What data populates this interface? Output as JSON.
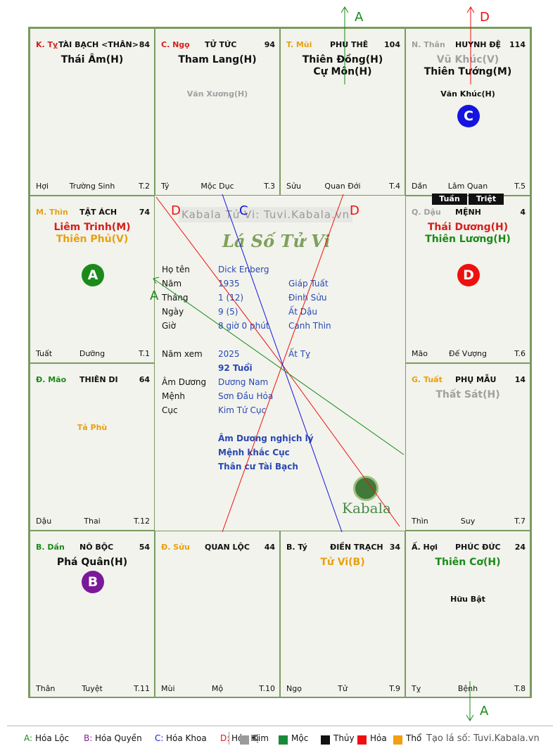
{
  "houses": [
    {
      "chi": "K. Tỵ",
      "chi_color": "#d42020",
      "name": "TÀI BẠCH <THÂN>",
      "num": "84",
      "stars": [
        {
          "t": "Thái Âm(H)",
          "c": "#111111"
        }
      ],
      "minors": [],
      "bottom": [
        "Hợi",
        "Trường Sinh",
        "T.2"
      ]
    },
    {
      "chi": "C. Ngọ",
      "chi_color": "#d42020",
      "name": "TỬ TỨC",
      "num": "94",
      "stars": [
        {
          "t": "Tham Lang(H)",
          "c": "#111111"
        }
      ],
      "minors": [
        {
          "t": "Văn Xương(H)",
          "c": "#a0a0a0"
        }
      ],
      "bottom": [
        "Tý",
        "Mộc Dục",
        "T.3"
      ]
    },
    {
      "chi": "T. Mùi",
      "chi_color": "#e8a010",
      "name": "PHU THÊ",
      "num": "104",
      "stars": [
        {
          "t": "Thiên Đồng(H)",
          "c": "#111111"
        },
        {
          "t": "Cự Môn(H)",
          "c": "#111111"
        }
      ],
      "minors": [],
      "bottom": [
        "Sửu",
        "Quan Đới",
        "T.4"
      ]
    },
    {
      "chi": "N. Thân",
      "chi_color": "#a0a0a0",
      "name": "HUYNH ĐỆ",
      "num": "114",
      "stars": [
        {
          "t": "Vũ Khúc(V)",
          "c": "#a0a0a0"
        },
        {
          "t": "Thiên Tướng(M)",
          "c": "#111111"
        }
      ],
      "minors": [
        {
          "t": "Văn Khúc(H)",
          "c": "#111111"
        }
      ],
      "bottom": [
        "Dần",
        "Lâm Quan",
        "T.5"
      ]
    },
    {
      "chi": "M. Thìn",
      "chi_color": "#e8a010",
      "name": "TẬT ÁCH",
      "num": "74",
      "stars": [
        {
          "t": "Liêm Trinh(M)",
          "c": "#d42020"
        },
        {
          "t": "Thiên Phủ(V)",
          "c": "#e8a010"
        }
      ],
      "minors": [],
      "bottom": [
        "Tuất",
        "Dưỡng",
        "T.1"
      ]
    },
    {
      "chi": "Q. Dậu",
      "chi_color": "#a0a0a0",
      "name": "MỆNH",
      "num": "4",
      "stars": [
        {
          "t": "Thái Dương(H)",
          "c": "#d42020"
        },
        {
          "t": "Thiên Lương(H)",
          "c": "#1a8a1a"
        }
      ],
      "minors": [],
      "bottom": [
        "Mão",
        "Đế Vượng",
        "T.6"
      ]
    },
    {
      "chi": "Đ. Mão",
      "chi_color": "#1a8a1a",
      "name": "THIÊN DI",
      "num": "64",
      "stars": [],
      "minors": [
        {
          "t": "Tả Phù",
          "c": "#e8a010"
        }
      ],
      "bottom": [
        "Dậu",
        "Thai",
        "T.12"
      ]
    },
    {
      "chi": "G. Tuất",
      "chi_color": "#e8a010",
      "name": "PHỤ MẪU",
      "num": "14",
      "stars": [
        {
          "t": "Thất Sát(H)",
          "c": "#a0a0a0"
        }
      ],
      "minors": [],
      "bottom": [
        "Thìn",
        "Suy",
        "T.7"
      ]
    },
    {
      "chi": "B. Dần",
      "chi_color": "#1a8a1a",
      "name": "NÔ BỘC",
      "num": "54",
      "stars": [
        {
          "t": "Phá Quân(H)",
          "c": "#111111"
        }
      ],
      "minors": [],
      "bottom": [
        "Thân",
        "Tuyệt",
        "T.11"
      ]
    },
    {
      "chi": "Đ. Sửu",
      "chi_color": "#e8a010",
      "name": "QUAN LỘC",
      "num": "44",
      "stars": [],
      "minors": [],
      "bottom": [
        "Mùi",
        "Mộ",
        "T.10"
      ]
    },
    {
      "chi": "B. Tý",
      "chi_color": "#111111",
      "name": "ĐIỀN TRẠCH",
      "num": "34",
      "stars": [
        {
          "t": "Tử Vi(B)",
          "c": "#e8a010"
        }
      ],
      "minors": [],
      "bottom": [
        "Ngọ",
        "Tử",
        "T.9"
      ]
    },
    {
      "chi": "Ấ. Hợi",
      "chi_color": "#111111",
      "name": "PHÚC ĐỨC",
      "num": "24",
      "stars": [
        {
          "t": "Thiên Cơ(H)",
          "c": "#1a8a1a"
        }
      ],
      "minors": [
        {
          "t": "Hữu Bật",
          "c": "#111111"
        }
      ],
      "bottom": [
        "Tỵ",
        "Bệnh",
        "T.8"
      ]
    }
  ],
  "circles": [
    {
      "letter": "A",
      "color": "#1a8a1a"
    },
    {
      "letter": "B",
      "color": "#7a1a9a"
    },
    {
      "letter": "C",
      "color": "#1414e0"
    },
    {
      "letter": "D",
      "color": "#ee1010"
    }
  ],
  "tuan_triet": [
    "Tuần",
    "Triệt"
  ],
  "watermark": "Kabala Tử Vi: Tuvi.Kabala.vn",
  "script_title": "Lá Số Tử Vi",
  "brand": "Kabala",
  "info": {
    "ho_ten": {
      "label": "Họ tên",
      "value": "Dick Enberg"
    },
    "nam": {
      "label": "Năm",
      "value": "1935",
      "extra": "Giáp Tuất"
    },
    "thang": {
      "label": "Tháng",
      "value": "1  (12)",
      "extra": "Đinh Sửu"
    },
    "ngay": {
      "label": "Ngày",
      "value": "9  (5)",
      "extra": "Ất Dậu"
    },
    "gio": {
      "label": "Giờ",
      "value": "8 giờ 0 phút",
      "extra": "Canh Thìn"
    },
    "nam_xem": {
      "label": "Năm xem",
      "value": "2025",
      "extra": "Ất Tỵ"
    },
    "tuoi": "92 Tuổi",
    "am_duong": {
      "label": "Âm Dương",
      "value": "Dương Nam"
    },
    "menh": {
      "label": "Mệnh",
      "value": "Sơn Đầu Hỏa"
    },
    "cuc": {
      "label": "Cục",
      "value": "Kim Tứ Cục"
    },
    "notes": [
      "Âm Dương nghịch lý",
      "Mệnh khắc Cục",
      "Thân cư Tài Bạch"
    ]
  },
  "arrow_labels": {
    "top_a": "A",
    "top_d": "D",
    "bottom_a": "A",
    "lines": [
      "D",
      "C",
      "D",
      "A"
    ]
  },
  "legend": {
    "hoa": [
      {
        "key": "A:",
        "label": "Hóa Lộc",
        "color": "#1a8a1a"
      },
      {
        "key": "B:",
        "label": "Hóa Quyền",
        "color": "#8a1a9a"
      },
      {
        "key": "C:",
        "label": "Hóa Khoa",
        "color": "#1414e0"
      },
      {
        "key": "D:",
        "label": "Hóa Kị",
        "color": "#ee1010"
      }
    ],
    "elements": [
      {
        "label": "Kim",
        "color": "#9a9a9a"
      },
      {
        "label": "Mộc",
        "color": "#1a8a3a"
      },
      {
        "label": "Thủy",
        "color": "#111111"
      },
      {
        "label": "Hỏa",
        "color": "#ee1010"
      },
      {
        "label": "Thổ",
        "color": "#f0a010"
      }
    ],
    "credit": "Tạo lá số: Tuvi.Kabala.vn"
  }
}
